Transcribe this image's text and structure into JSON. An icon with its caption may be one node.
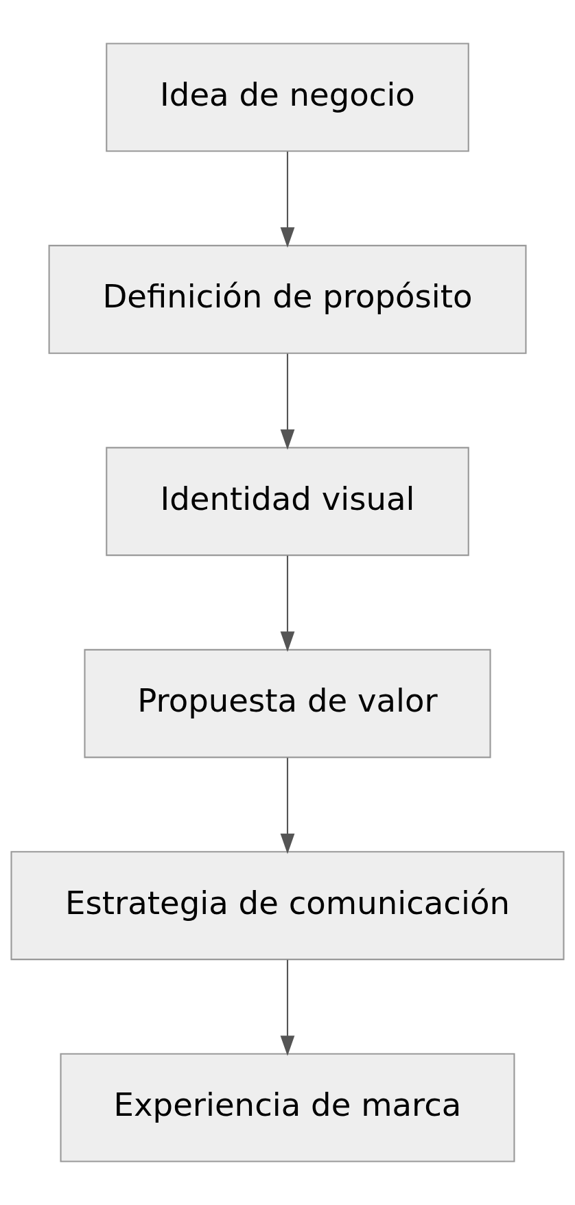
{
  "diagram": {
    "nodes": [
      {
        "text": [
          "Idea de negocio"
        ]
      },
      {
        "text": [
          "Definición de propósito"
        ]
      },
      {
        "text": [
          "Identidad visual"
        ]
      },
      {
        "text": [
          "Propuesta de valor"
        ]
      },
      {
        "text": [
          "Estrategia de comunicación"
        ]
      },
      {
        "text": [
          "Experiencia de marca"
        ]
      }
    ],
    "edges": [
      {
        "from": 0,
        "to": 1,
        "arrow": "to"
      },
      {
        "from": 1,
        "to": 2,
        "arrow": "to"
      },
      {
        "from": 2,
        "to": 3,
        "arrow": "to"
      },
      {
        "from": 3,
        "to": 4,
        "arrow": "to"
      },
      {
        "from": 4,
        "to": 5,
        "arrow": "to"
      }
    ]
  }
}
